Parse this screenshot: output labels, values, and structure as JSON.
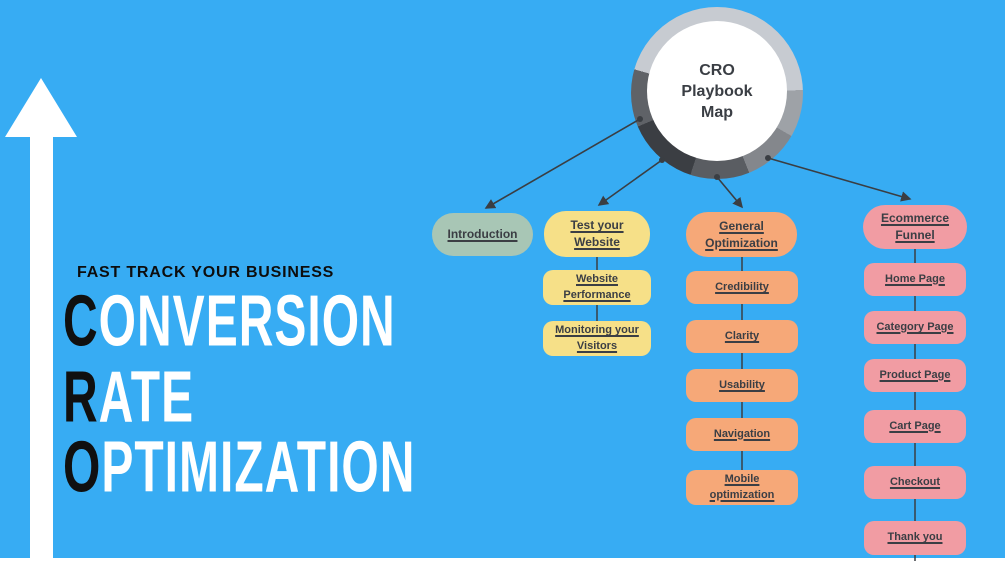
{
  "canvas": {
    "background_color": "#37ACF3",
    "bottom_strip_color": "#FFFFFF",
    "arrow_color": "#FFFFFF"
  },
  "hero": {
    "tagline": "FAST TRACK YOUR BUSINESS",
    "title_lines": [
      {
        "first": "C",
        "rest": "ONVERSION"
      },
      {
        "first": "R",
        "rest": "ATE"
      },
      {
        "first": "O",
        "rest": "PTIMIZATION"
      }
    ],
    "first_letter_color": "#101010",
    "body_color": "#FFFFFF"
  },
  "hub": {
    "label_lines": [
      "CRO",
      "Playbook",
      "Map"
    ],
    "text_color": "#3A3E44",
    "ring_colors": [
      "#C7CBD1",
      "#9EA2A7",
      "#84878C",
      "#5A5D62",
      "#3B3E43",
      "#5F6267"
    ]
  },
  "node_text_color": "#3B3E44",
  "connector_color": "#3A3E43",
  "branches": [
    {
      "label": "Introduction",
      "color": "#A8C6B5",
      "children": []
    },
    {
      "label": "Test your Website",
      "color": "#F6E088",
      "children": [
        "Website Performance",
        "Monitoring your Visitors"
      ]
    },
    {
      "label": "General Optimization",
      "color": "#F6A878",
      "children": [
        "Credibility",
        "Clarity",
        "Usability",
        "Navigation",
        "Mobile optimization"
      ]
    },
    {
      "label": "Ecommerce Funnel",
      "color": "#F19CA3",
      "children": [
        "Home Page",
        "Category Page",
        "Product Page",
        "Cart Page",
        "Checkout",
        "Thank you"
      ]
    }
  ]
}
